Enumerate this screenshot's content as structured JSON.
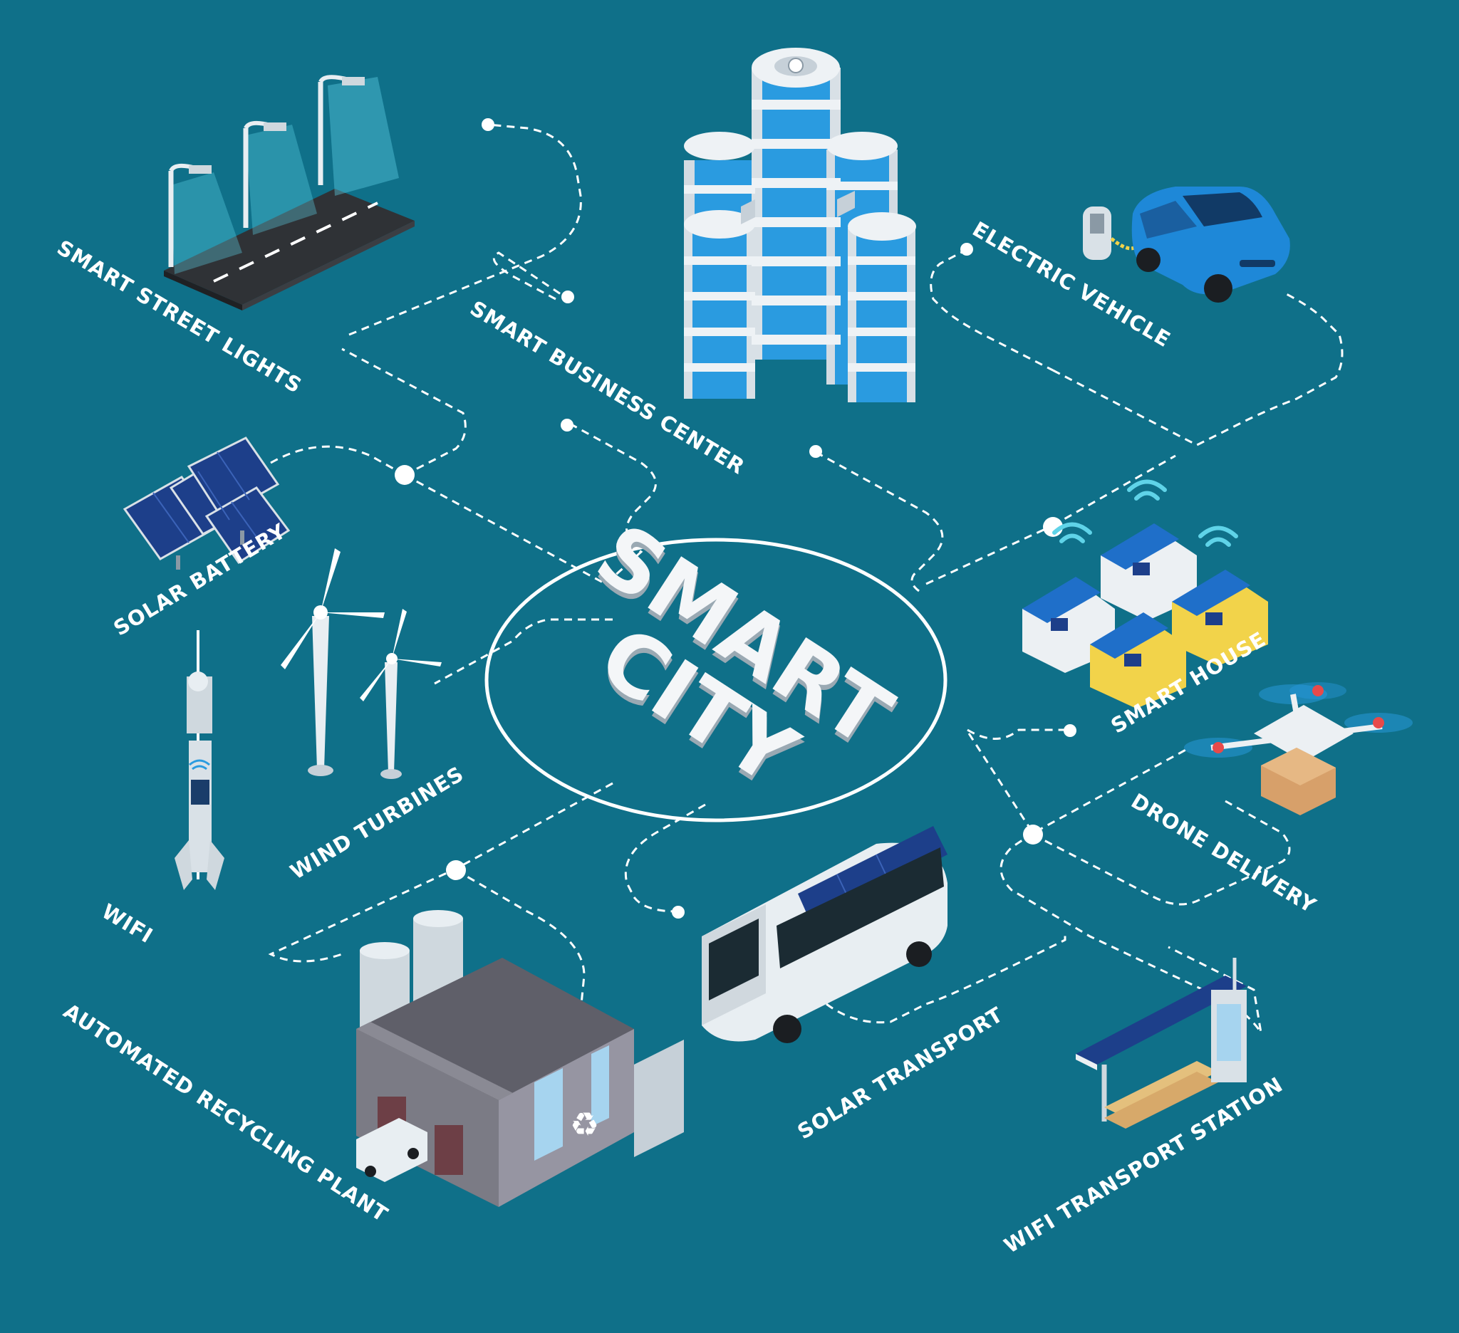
{
  "center": {
    "line1": "SMART",
    "line2": "CITY"
  },
  "labels": {
    "smart_street_lights": "SMART STREET LIGHTS",
    "smart_business_center": "SMART BUSINESS CENTER",
    "electric_vehicle": "ELECTRIC VEHICLE",
    "solar_battery": "SOLAR BATTERY",
    "smart_house": "SMART HOUSE",
    "wind_turbines": "WIND TURBINES",
    "drone_delivery": "DRONE DELIVERY",
    "wifi": "WIFI",
    "solar_transport": "SOLAR TRANSPORT",
    "automated_recycling_plant": "AUTOMATED RECYCLING PLANT",
    "wifi_transport_station": "WIFI TRANSPORT STATION"
  },
  "colors": {
    "background": "#0f7089",
    "line": "#ffffff",
    "glass_blue": "#2a9be0",
    "car_blue": "#1e88d8",
    "house_yellow": "#f2d34a",
    "solar_panel": "#1d3f8a",
    "factory_gray": "#6e6e78"
  }
}
